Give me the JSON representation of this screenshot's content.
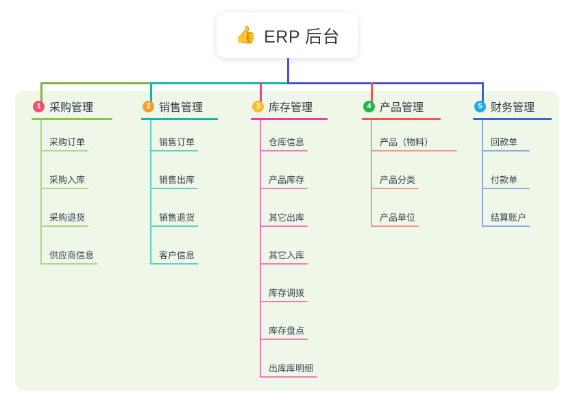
{
  "root": {
    "icon": "thumbs-up-icon",
    "emoji": "👍",
    "label": "ERP 后台"
  },
  "colors": {
    "panel_bg": "#eef7e8",
    "page_bg": "#ffffff",
    "root_stem": "#4a54c6",
    "bar_left": "#7cb342",
    "bar_mid": "#13b8a0",
    "bar_right": "#4a54c6",
    "text": "#2f3742"
  },
  "branches": [
    {
      "index": "1",
      "title": "采购管理",
      "badge_color": "#f0506e",
      "line_color": "#8bc34a",
      "leaf_line_color": "#aed581",
      "stem_color": "#7cb342",
      "items": [
        "采购订单",
        "采购入库",
        "采购退货",
        "供应商信息"
      ]
    },
    {
      "index": "2",
      "title": "销售管理",
      "badge_color": "#f29f2e",
      "line_color": "#13b8a0",
      "leaf_line_color": "#5ecfc0",
      "stem_color": "#13b8a0",
      "items": [
        "销售订单",
        "销售出库",
        "销售退货",
        "客户信息"
      ]
    },
    {
      "index": "3",
      "title": "库存管理",
      "badge_color": "#f6bc2f",
      "line_color": "#ec3f8e",
      "leaf_line_color": "#f17ab5",
      "stem_color": "#ec3f8e",
      "items": [
        "仓库信息",
        "产品库存",
        "其它出库",
        "其它入库",
        "库存调拨",
        "库存盘点",
        "出库库明细"
      ]
    },
    {
      "index": "4",
      "title": "产品管理",
      "badge_color": "#24b24c",
      "line_color": "#f2534e",
      "leaf_line_color": "#f9918c",
      "stem_color": "#f2534e",
      "items": [
        "产品（物料）",
        "产品分类",
        "产品单位"
      ]
    },
    {
      "index": "5",
      "title": "财务管理",
      "badge_color": "#24a9e8",
      "line_color": "#3b63cc",
      "leaf_line_color": "#8fa8e4",
      "stem_color": "#3b63cc",
      "items": [
        "回款单",
        "付款单",
        "结算账户"
      ]
    }
  ]
}
